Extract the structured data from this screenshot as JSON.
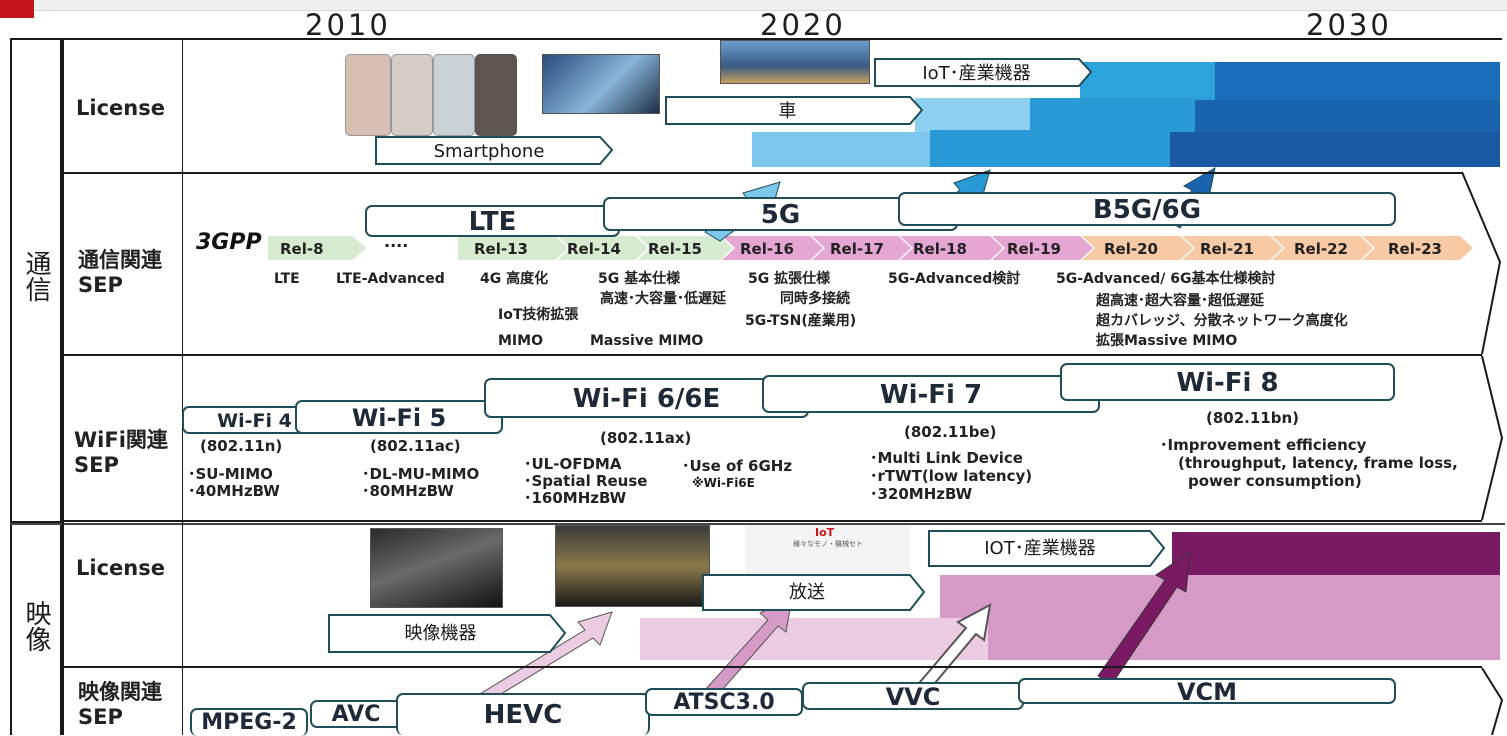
{
  "years": [
    "2010",
    "2020",
    "2030"
  ],
  "categories": {
    "comm": "通信",
    "video": "映像"
  },
  "row_labels": {
    "license_comm": "License",
    "comm_sep_1": "通信関連",
    "comm_sep_2": "SEP",
    "wifi_sep_1": "WiFi関連",
    "wifi_sep_2": "SEP",
    "license_video": "License",
    "video_sep_1": "映像関連",
    "video_sep_2": "SEP"
  },
  "license_comm": {
    "iot": "IoT･産業機器",
    "car": "車",
    "smartphone": "Smartphone"
  },
  "comm_sep": {
    "logo": "3GPP",
    "gens": {
      "lte": "LTE",
      "g5": "5G",
      "b5g": "B5G/6G"
    },
    "releases": [
      "Rel-8",
      "Rel-13",
      "Rel-14",
      "Rel-15",
      "Rel-16",
      "Rel-17",
      "Rel-18",
      "Rel-19",
      "Rel-20",
      "Rel-21",
      "Rel-22",
      "Rel-23"
    ],
    "dots": "....",
    "features": {
      "lte": "LTE",
      "lte_adv": "LTE-Advanced",
      "g4": "4G 高度化",
      "iot": "IoT技術拡張",
      "mimo": "MIMO",
      "g5_basic": "5G 基本仕様",
      "g5_basic_sub": "高速･大容量･低遅延",
      "massive": "Massive MIMO",
      "g5_ext": "5G 拡張仕様",
      "g5_ext_sub": "同時多接続",
      "tsn": "5G-TSN(産業用)",
      "adv_study": "5G-Advanced検討",
      "adv6g": "5G-Advanced/ 6G基本仕様検討",
      "b1": "超高速･超大容量･超低遅延",
      "b2": "超カバレッジ、分散ネットワーク高度化",
      "b3": "拡張Massive MIMO"
    }
  },
  "wifi_sep": {
    "wifi4": {
      "name": "Wi-Fi 4",
      "std": "(802.11n)",
      "f1": "･SU-MIMO",
      "f2": "･40MHzBW"
    },
    "wifi5": {
      "name": "Wi-Fi 5",
      "std": "(802.11ac)",
      "f1": "･DL-MU-MIMO",
      "f2": "･80MHzBW"
    },
    "wifi6": {
      "name": "Wi-Fi 6/6E",
      "std": "(802.11ax)",
      "f1": "･UL-OFDMA",
      "f2": "･Spatial Reuse",
      "f3": "･160MHzBW",
      "f4": "･Use of 6GHz",
      "f5": "※Wi-Fi6E"
    },
    "wifi7": {
      "name": "Wi-Fi 7",
      "std": "(802.11be)",
      "f1": "･Multi Link Device",
      "f2": "･rTWT(low latency)",
      "f3": "･320MHzBW"
    },
    "wifi8": {
      "name": "Wi-Fi 8",
      "std": "(802.11bn)",
      "f1": "･Improvement efficiency",
      "f2": "(throughput, latency, frame loss,",
      "f3": "power consumption)"
    }
  },
  "license_video": {
    "iot": "IOT･産業機器",
    "broadcast": "放送",
    "equipment": "映像機器",
    "iot_img_title": "IoT",
    "iot_img_sub": "様々なモノ・機械セト"
  },
  "video_sep": {
    "mpeg2": "MPEG-2",
    "avc": "AVC",
    "hevc": "HEVC",
    "atsc": "ATSC3.0",
    "vvc": "VVC",
    "vcm": "VCM"
  },
  "colors": {
    "comm_light": "#7cc8ec",
    "comm_mid": "#2a9ad6",
    "comm_dark": "#1a63ad",
    "video_light": "#eccce3",
    "video_mid": "#d59ac6",
    "video_dark": "#7a1a63",
    "rel_green": "#d6ebcf",
    "rel_pink": "#e6a6d4",
    "rel_orange": "#f7c9a4",
    "box_border": "#1f4e5a",
    "brand_red": "#c4161c"
  }
}
